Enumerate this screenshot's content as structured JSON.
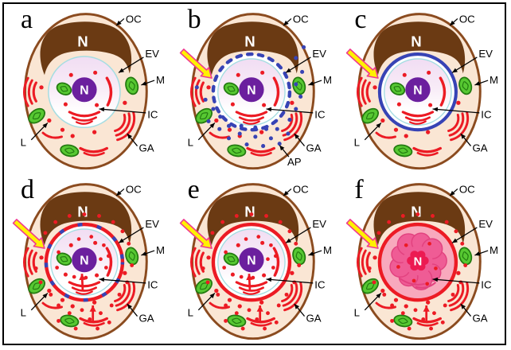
{
  "panels": [
    {
      "letter": "a",
      "host_nucleus": "N",
      "parasite_nucleus": "N",
      "callouts": [
        "OC",
        "EV",
        "M",
        "IC",
        "GA",
        "L"
      ],
      "ring": "none",
      "needle": false,
      "autophagosome_dots": false,
      "dense_lysosomes": false,
      "fusion_arrows": false,
      "degraded_parasite": false
    },
    {
      "letter": "b",
      "host_nucleus": "N",
      "parasite_nucleus": "N",
      "callouts": [
        "OC",
        "EV",
        "M",
        "IC",
        "GA",
        "AP",
        "L"
      ],
      "ring": "dashed-blue",
      "needle": true,
      "autophagosome_dots": true,
      "dense_lysosomes": false,
      "fusion_arrows": false,
      "degraded_parasite": false
    },
    {
      "letter": "c",
      "host_nucleus": "N",
      "parasite_nucleus": "N",
      "callouts": [
        "OC",
        "EV",
        "M",
        "IC",
        "GA",
        "L"
      ],
      "ring": "solid-blue",
      "needle": true,
      "autophagosome_dots": false,
      "dense_lysosomes": false,
      "fusion_arrows": false,
      "degraded_parasite": false
    },
    {
      "letter": "d",
      "host_nucleus": "N",
      "parasite_nucleus": "N",
      "callouts": [
        "OC",
        "EV",
        "M",
        "IC",
        "GA",
        "L"
      ],
      "ring": "dashed-red-blue",
      "needle": true,
      "autophagosome_dots": false,
      "dense_lysosomes": true,
      "fusion_arrows": true,
      "degraded_parasite": false
    },
    {
      "letter": "e",
      "host_nucleus": "N",
      "parasite_nucleus": "N",
      "callouts": [
        "OC",
        "EV",
        "M",
        "IC",
        "GA",
        "L"
      ],
      "ring": "solid-red",
      "needle": true,
      "autophagosome_dots": false,
      "dense_lysosomes": true,
      "fusion_arrows": true,
      "degraded_parasite": false
    },
    {
      "letter": "f",
      "host_nucleus": "N",
      "parasite_nucleus": "N",
      "callouts": [
        "OC",
        "EV",
        "M",
        "IC",
        "GA",
        "L"
      ],
      "ring": "solid-red",
      "needle": true,
      "autophagosome_dots": false,
      "dense_lysosomes": true,
      "fusion_arrows": true,
      "degraded_parasite": true
    }
  ],
  "colors": {
    "cell_fill": "#FAE6D4",
    "cell_stroke": "#8B4B1F",
    "host_nucleus": "#6B3A13",
    "parasite_nucleus": "#6B1F9E",
    "mito_fill": "#57C832",
    "mito_stroke": "#237A10",
    "red": "#EC1B24",
    "blue": "#3743B5",
    "vacuole_rim": "#A5DDE2",
    "ev_gradient_top": "#F1DDF3",
    "needle_fill": "#FFF100",
    "needle_stroke": "#F0388F",
    "degraded_fill": "#F8A9BD",
    "degraded_lobe": "#EF5C95",
    "degraded_lobe_stroke": "#E2427F",
    "degraded_core": "#EC1A52",
    "label_color": "#000000"
  }
}
